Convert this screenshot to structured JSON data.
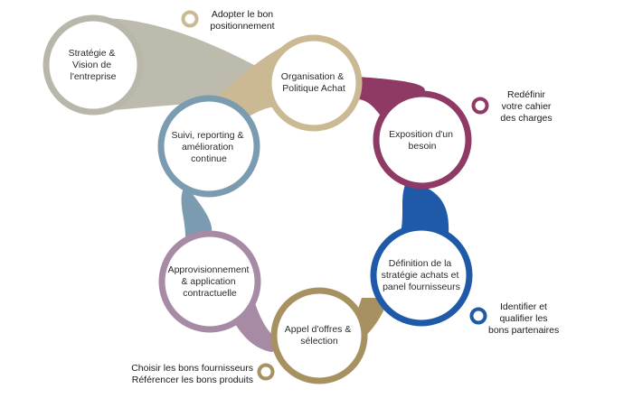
{
  "colors": {
    "strategie": "#b9b7a9",
    "organisation": "#cbb994",
    "exposition": "#8f3a64",
    "definition": "#1f5aa8",
    "appel": "#a89160",
    "approvisionnement": "#a78aa3",
    "suivi": "#7b9bb0"
  },
  "nodes": {
    "strategie": {
      "lines": [
        "Stratégie &",
        "Vision de",
        "l'entreprise"
      ]
    },
    "organisation": {
      "lines": [
        "Organisation &",
        "Politique Achat"
      ]
    },
    "exposition": {
      "lines": [
        "Exposition d'un",
        "besoin"
      ]
    },
    "definition": {
      "lines": [
        "Définition de la",
        "stratégie achats et",
        "panel fournisseurs"
      ]
    },
    "appel": {
      "lines": [
        "Appel d'offres &",
        "sélection"
      ]
    },
    "approvisionnement": {
      "lines": [
        "Approvisionnement",
        "& application",
        "contractuelle"
      ]
    },
    "suivi": {
      "lines": [
        "Suivi, reporting &",
        "amélioration",
        "continue"
      ]
    }
  },
  "callouts": {
    "positionnement": {
      "lines": [
        "Adopter le bon",
        "positionnement"
      ]
    },
    "cahier": {
      "lines": [
        "Redéfinir",
        "votre cahier",
        "des charges"
      ]
    },
    "partenaires": {
      "lines": [
        "Identifier et",
        "qualifier les",
        "bons partenaires"
      ]
    },
    "fournisseurs": {
      "lines": [
        "Choisir les bons fournisseurs",
        "Référencer les bons produits"
      ]
    }
  }
}
